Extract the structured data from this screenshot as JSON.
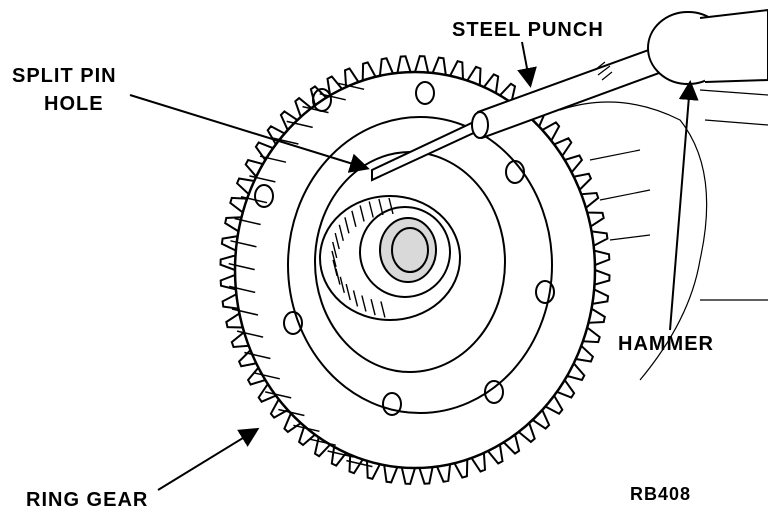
{
  "labels": {
    "split_pin_hole_line1": "SPLIT PIN",
    "split_pin_hole_line2": "HOLE",
    "steel_punch": "STEEL PUNCH",
    "hammer": "HAMMER",
    "ring_gear": "RING GEAR",
    "figure_code": "RB408"
  },
  "colors": {
    "ink": "#000000",
    "paper": "#ffffff"
  }
}
